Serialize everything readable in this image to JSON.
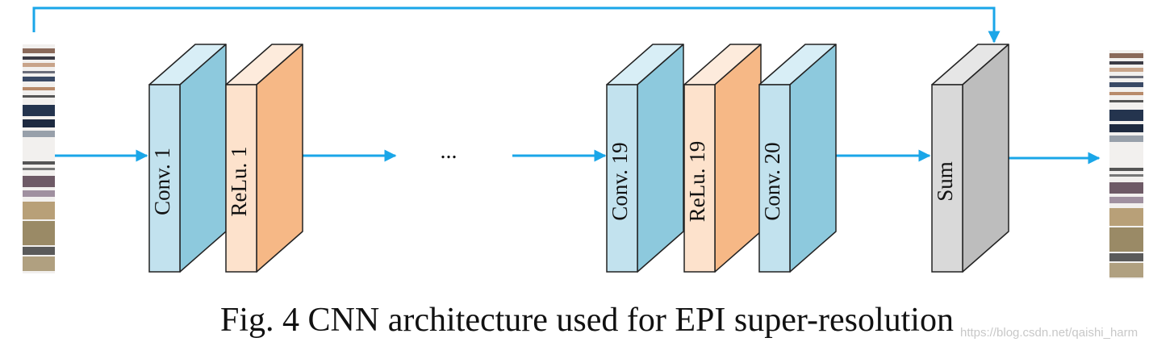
{
  "diagram": {
    "layers": [
      {
        "label": "Conv. 1",
        "kind": "conv"
      },
      {
        "label": "ReLu. 1",
        "kind": "relu"
      },
      {
        "label": "Conv. 19",
        "kind": "conv"
      },
      {
        "label": "ReLu. 19",
        "kind": "relu"
      },
      {
        "label": "Conv. 20",
        "kind": "conv"
      },
      {
        "label": "Sum",
        "kind": "sum"
      }
    ],
    "ellipsis": "...",
    "colors": {
      "arrow": "#1aa6e8",
      "conv_front": "#c2e2ee",
      "conv_side": "#8dc9dd",
      "conv_top": "#d8eef6",
      "relu_front": "#fde2cc",
      "relu_side": "#f6b886",
      "relu_top": "#fdebdc",
      "sum_front": "#d9d9d9",
      "sum_side": "#bdbdbd",
      "sum_top": "#e6e6e6",
      "outline": "#222222"
    }
  },
  "caption": "Fig. 4 CNN architecture used for EPI super-resolution",
  "watermark": "https://blog.csdn.net/qaishi_harm"
}
